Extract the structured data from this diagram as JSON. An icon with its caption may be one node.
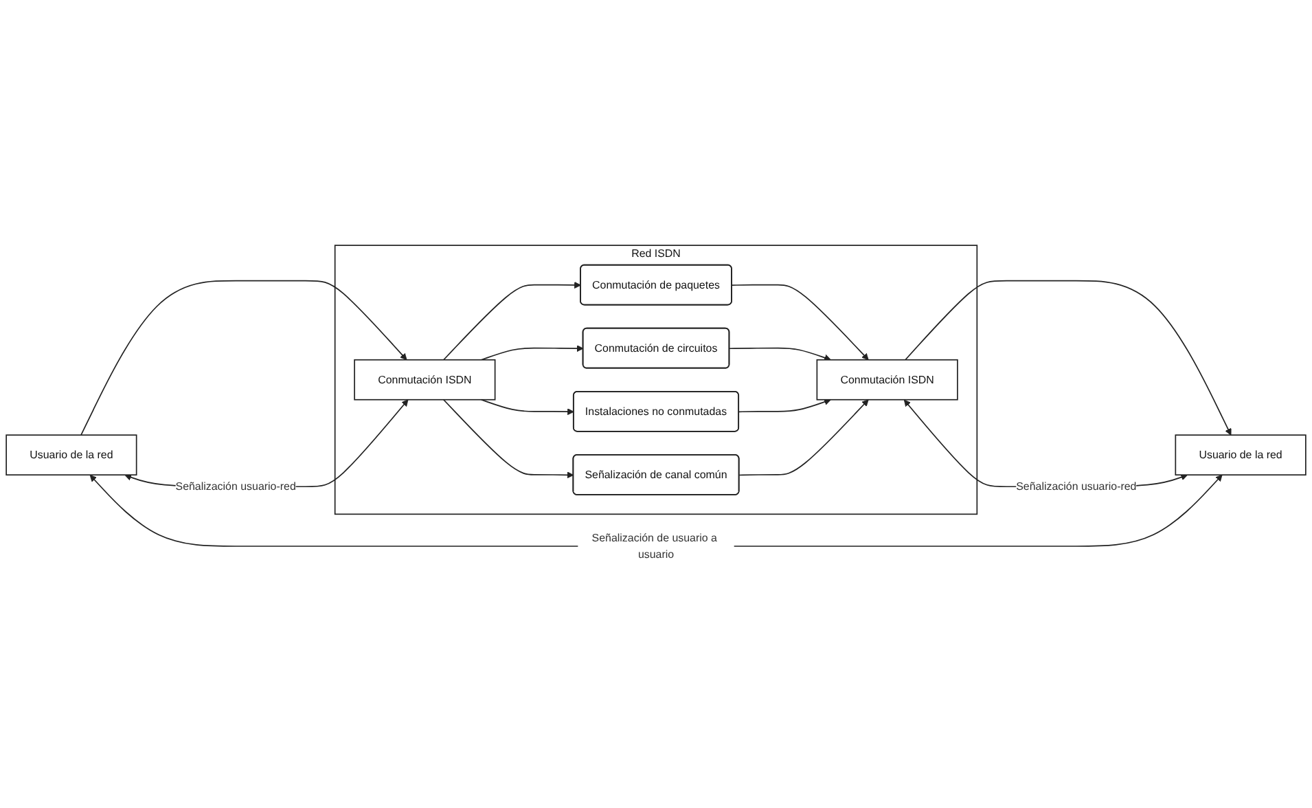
{
  "diagram": {
    "nodes": [
      {
        "text": [
          "Red ISDN"
        ]
      },
      {
        "text": [
          "Usuario de la red"
        ]
      },
      {
        "text": [
          "Conmutación ISDN"
        ],
        "in": 0
      },
      {
        "text": [
          "Conmutación de paquetes"
        ],
        "in": 0
      },
      {
        "text": [
          "Conmutación de circuitos"
        ],
        "in": 0
      },
      {
        "text": [
          "Instalaciones no conmutadas"
        ],
        "in": 0
      },
      {
        "text": [
          "Señalización de canal común"
        ],
        "in": 0
      },
      {
        "text": [
          "Conmutación ISDN"
        ],
        "in": 0
      },
      {
        "text": [
          "Usuario de la red"
        ]
      }
    ],
    "edges": [
      {
        "from": 1,
        "to": 2,
        "arrow": "to"
      },
      {
        "from": 2,
        "to": 3,
        "arrow": "to"
      },
      {
        "from": 2,
        "to": 4,
        "arrow": "to"
      },
      {
        "from": 2,
        "to": 5,
        "arrow": "to"
      },
      {
        "from": 2,
        "to": 6,
        "arrow": "to"
      },
      {
        "from": 3,
        "to": 7,
        "arrow": "to"
      },
      {
        "from": 4,
        "to": 7,
        "arrow": "to"
      },
      {
        "from": 5,
        "to": 7,
        "arrow": "to"
      },
      {
        "from": 6,
        "to": 7,
        "arrow": "to"
      },
      {
        "from": 7,
        "to": 8,
        "arrow": "to"
      },
      {
        "from": 1,
        "to": 2,
        "arrow": "both",
        "label": "Señalización usuario-red"
      },
      {
        "from": 7,
        "to": 8,
        "arrow": "both",
        "label": "Señalización usuario-red"
      },
      {
        "from": 1,
        "to": 8,
        "arrow": "both",
        "label": "Señalización de usuario a usuario"
      }
    ]
  }
}
